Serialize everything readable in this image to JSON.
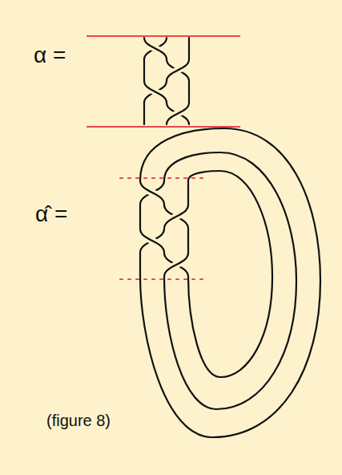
{
  "diagram": {
    "labels": [
      "α =",
      "α̂ =",
      "(figure 8)"
    ]
  }
}
